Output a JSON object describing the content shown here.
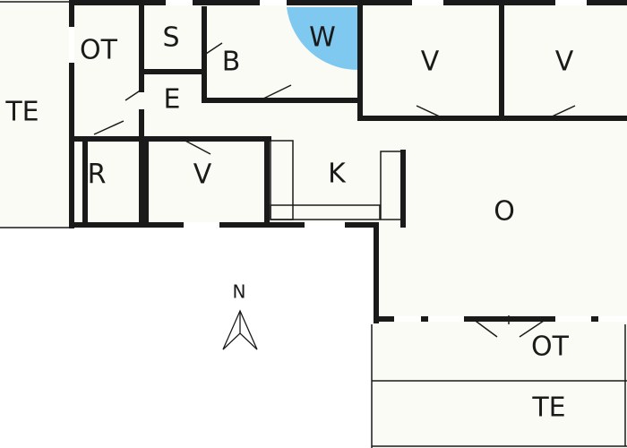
{
  "colors": {
    "floor": "#fbfbf5",
    "wall": "#1a1a1a",
    "window": "#ffffff",
    "wellness_zone": "#7fc8ef"
  },
  "rooms": {
    "te_left": "TE",
    "ot_top": "OT",
    "s": "S",
    "b": "B",
    "w": "W",
    "v_top_1": "V",
    "v_top_2": "V",
    "e": "E",
    "r": "R",
    "v_mid": "V",
    "k": "K",
    "o": "O",
    "ot_bottom": "OT",
    "te_bottom": "TE"
  },
  "compass": {
    "label": "N",
    "icon": "north-arrow-icon"
  }
}
